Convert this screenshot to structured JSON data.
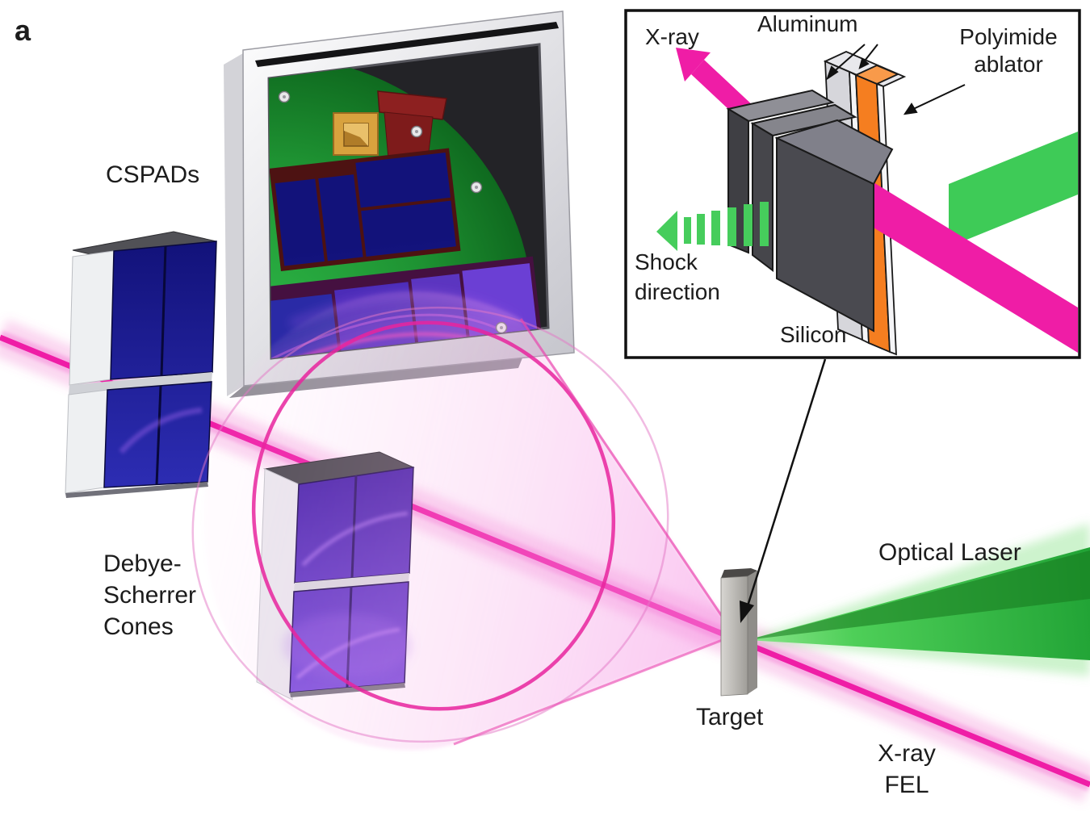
{
  "figure": {
    "panel_label": "a"
  },
  "scene": {
    "labels": {
      "cspads": "CSPADs",
      "debye_line1": "Debye-",
      "debye_line2": "Scherrer",
      "debye_line3": "Cones",
      "target": "Target",
      "optical_laser": "Optical Laser",
      "xray_fel_line1": "X-ray",
      "xray_fel_line2": "FEL"
    }
  },
  "inset": {
    "labels": {
      "xray": "X-ray",
      "aluminum": "Aluminum",
      "polyimide_line1": "Polyimide",
      "polyimide_line2": "ablator",
      "shock_line1": "Shock",
      "shock_line2": "direction",
      "silicon": "Silicon"
    }
  },
  "colors": {
    "xray_beam": "#ef1da6",
    "ring_magenta": "#e8259e",
    "laser_green": "#3ecb57",
    "laser_dark_green": "#1f9c30",
    "polyimide_orange": "#f57e20",
    "pcb_green": "#1f9e35",
    "detector_blue": "#1c1c96",
    "detector_purple": "#5c35c8",
    "silicon_gray": "#4a4a50",
    "text": "#1c1c1c",
    "background": "#ffffff"
  }
}
